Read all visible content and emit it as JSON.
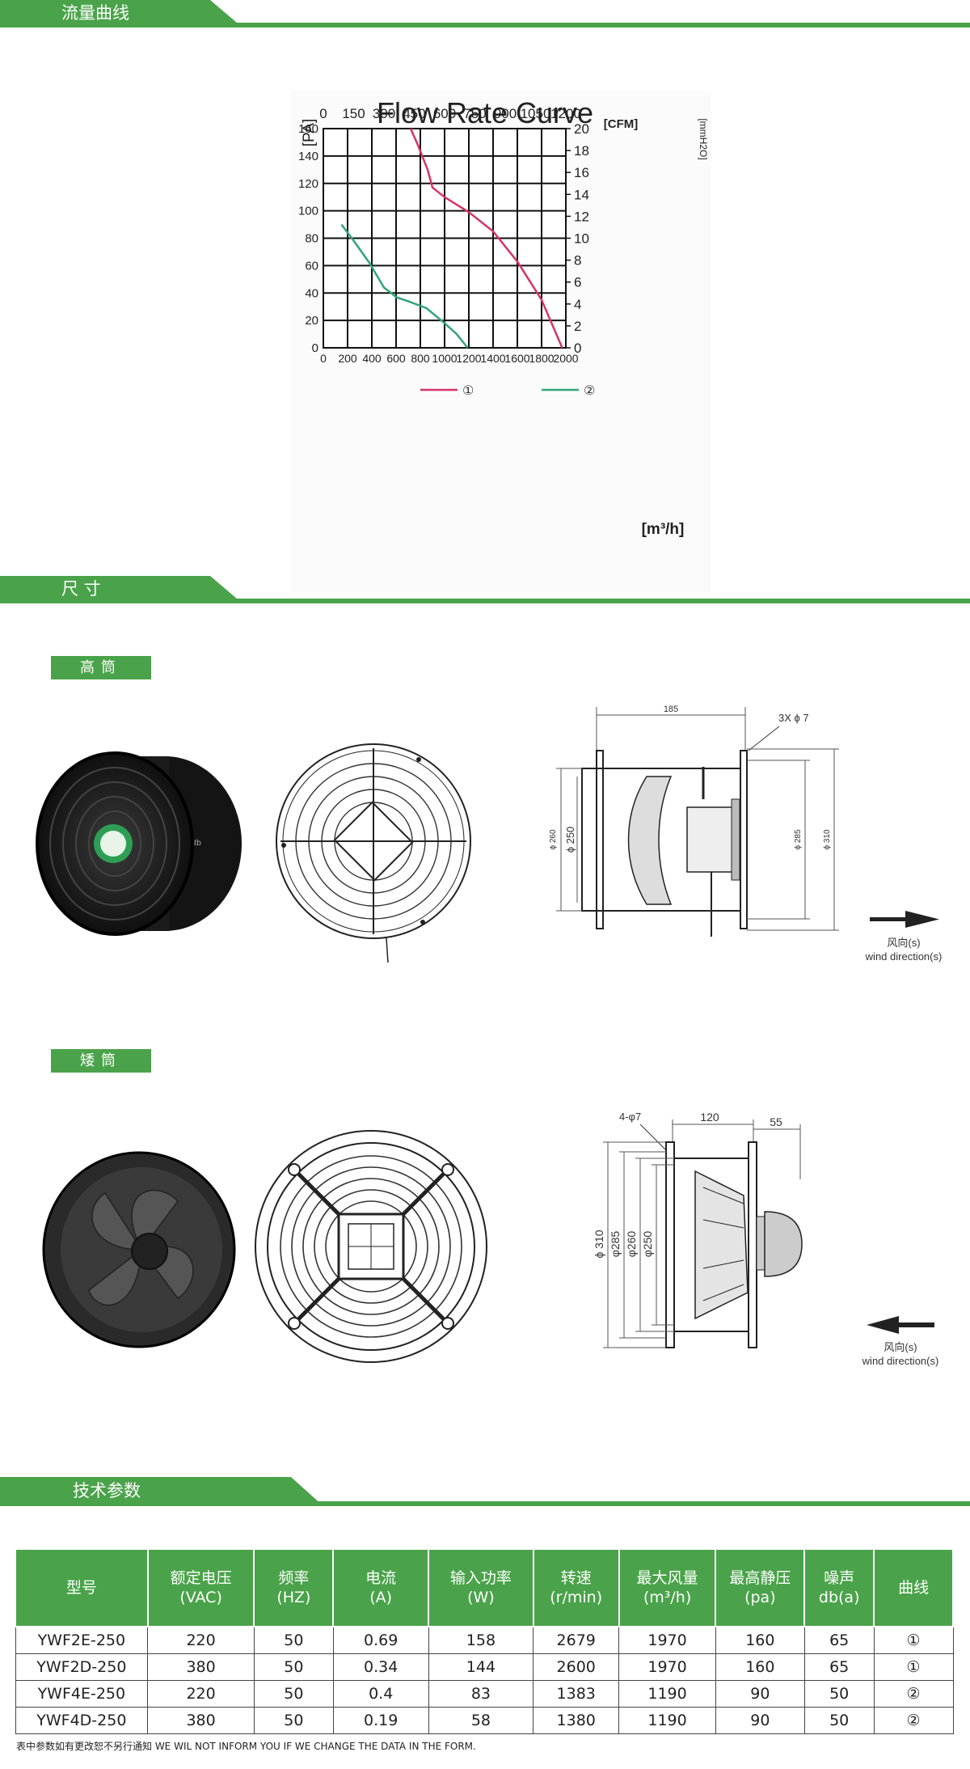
{
  "sections": {
    "flow": "流量曲线",
    "size": "尺 寸",
    "tech": "技术参数"
  },
  "tags": {
    "tall": "高筒",
    "short": "矮筒"
  },
  "chart_data": {
    "type": "line",
    "title": "Flow Rate Curve",
    "ylabel": "[PA]",
    "ylabel_right": "[mmH2O]",
    "xlabel": "[m³/h]",
    "xlabel_top": "[CFM]",
    "x_ticks": [
      0,
      200,
      400,
      600,
      800,
      1000,
      1200,
      1400,
      1600,
      1800,
      2000
    ],
    "y_ticks": [
      0,
      20,
      40,
      60,
      80,
      100,
      120,
      140,
      160
    ],
    "x_top_ticks": [
      0,
      150,
      300,
      450,
      600,
      750,
      900,
      1050,
      1200
    ],
    "y_right_ticks": [
      0,
      2,
      4,
      6,
      8,
      10,
      12,
      14,
      16,
      18,
      20
    ],
    "xlim": [
      0,
      2000
    ],
    "ylim": [
      0,
      160
    ],
    "grid": true,
    "legend_position": "bottom",
    "series": [
      {
        "name": "①",
        "color": "#d6336c",
        "x": [
          720,
          780,
          860,
          900,
          1000,
          1200,
          1400,
          1600,
          1800,
          1970
        ],
        "y": [
          160,
          148,
          130,
          117,
          110,
          99,
          85,
          63,
          35,
          0
        ]
      },
      {
        "name": "②",
        "color": "#2fa57a",
        "x": [
          150,
          260,
          380,
          500,
          560,
          600,
          700,
          850,
          1000,
          1100,
          1190
        ],
        "y": [
          90,
          77,
          62,
          44,
          40,
          37,
          34,
          29,
          18,
          10,
          0
        ]
      }
    ]
  },
  "drawings": {
    "tall": {
      "dim_185": "185",
      "holes": "3X ϕ 7",
      "d260": "ϕ 260",
      "d250": "ϕ 250",
      "d285": "ϕ 285",
      "d310": "ϕ 310",
      "wind_cn": "风向(s)",
      "wind_en": "wind direction(s)"
    },
    "short": {
      "holes": "4-φ7",
      "dim_120": "120",
      "dim_55": "55",
      "d310": "ϕ 310",
      "d285": "φ285",
      "d260": "φ260",
      "d250": "φ250",
      "wind_cn": "风向(s)",
      "wind_en": "wind direction(s)"
    }
  },
  "table": {
    "headers": [
      [
        "型号",
        ""
      ],
      [
        "额定电压",
        "(VAC)"
      ],
      [
        "频率",
        "(HZ)"
      ],
      [
        "电流",
        "(A)"
      ],
      [
        "输入功率",
        "(W)"
      ],
      [
        "转速",
        "(r/min)"
      ],
      [
        "最大风量",
        "(m³/h)"
      ],
      [
        "最高静压",
        "(pa)"
      ],
      [
        "噪声",
        "db(a)"
      ],
      [
        "曲线",
        ""
      ]
    ],
    "rows": [
      [
        "YWF2E-250",
        "220",
        "50",
        "0.69",
        "158",
        "2679",
        "1970",
        "160",
        "65",
        "①"
      ],
      [
        "YWF2D-250",
        "380",
        "50",
        "0.34",
        "144",
        "2600",
        "1970",
        "160",
        "65",
        "①"
      ],
      [
        "YWF4E-250",
        "220",
        "50",
        "0.4",
        "83",
        "1383",
        "1190",
        "90",
        "50",
        "②"
      ],
      [
        "YWF4D-250",
        "380",
        "50",
        "0.19",
        "58",
        "1380",
        "1190",
        "90",
        "50",
        "②"
      ]
    ]
  },
  "note": "表中参数如有更改恕不另行通知 WE WIL NOT INFORM YOU IF WE CHANGE THE DATA IN THE FORM.",
  "colors": {
    "accent": "#4aa34a"
  }
}
